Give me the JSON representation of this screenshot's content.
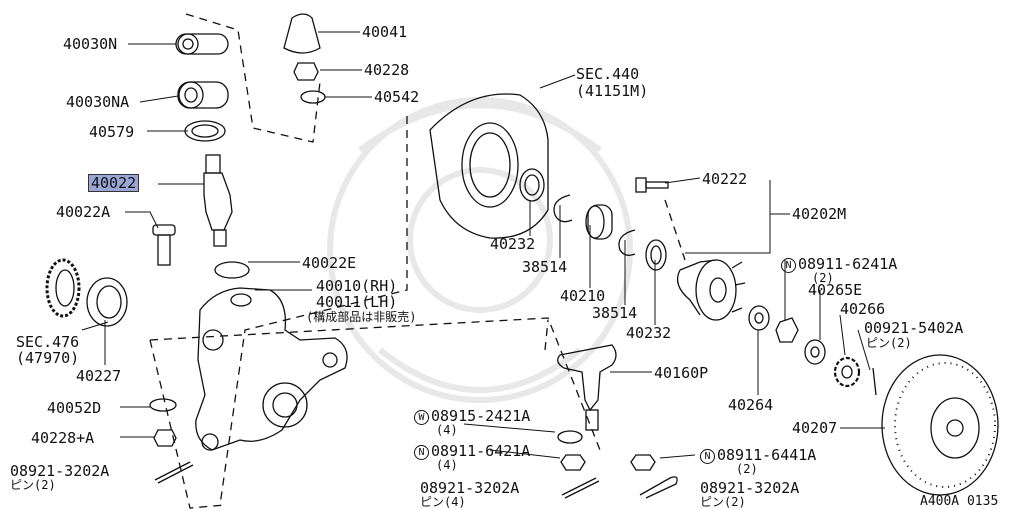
{
  "diagram": {
    "code": "A400A 0135",
    "parts": {
      "p40030n": "40030N",
      "p40030na": "40030NA",
      "p40579": "40579",
      "p40022": "40022",
      "p40022a": "40022A",
      "p40041": "40041",
      "p40228": "40228",
      "p40542": "40542",
      "sec440": "SEC.440",
      "sec440b": "(41151M)",
      "p40222": "40222",
      "p40202m": "40202M",
      "p40232a": "40232",
      "p38514a": "38514",
      "p40210": "40210",
      "p38514b": "38514",
      "p40232b": "40232",
      "p40022e": "40022E",
      "p40010": "40010(RH)",
      "p40011": "40011(LH)",
      "note": "(構成部品は非販売)",
      "sec476": "SEC.476",
      "sec476b": "(47970)",
      "p40227": "40227",
      "p40052d": "40052D",
      "p40228a": "40228+A",
      "p08921a": "08921-3202A",
      "p08921a_q": "ピン(2)",
      "p40160p": "40160P",
      "pw08915": "08915-2421A",
      "pw08915_q": "(4)",
      "pn08911_6421": "08911-6421A",
      "pn08911_6421_q": "(4)",
      "p08921b": "08921-3202A",
      "p08921b_q": "ピン(4)",
      "pn08911_6441": "08911-6441A",
      "pn08911_6441_q": "(2)",
      "p08921c": "08921-3202A",
      "p08921c_q": "ピン(2)",
      "pn08911_6241": "08911-6241A",
      "pn08911_6241_q": "(2)",
      "p40265e": "40265E",
      "p40266": "40266",
      "p00921": "00921-5402A",
      "p00921_q": "ピン(2)",
      "p40264": "40264",
      "p40207": "40207",
      "mark_n": "N",
      "mark_w": "W"
    }
  }
}
